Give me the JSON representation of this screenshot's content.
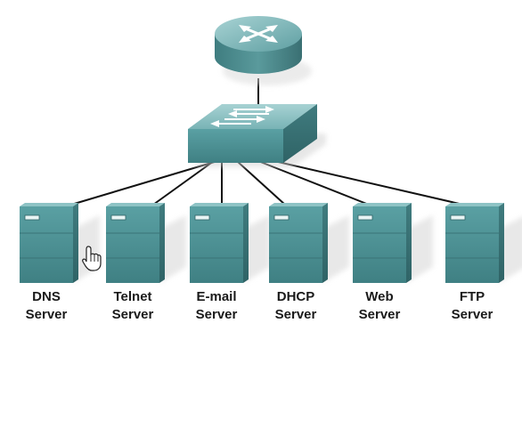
{
  "diagram": {
    "router": {
      "icon": "router-icon"
    },
    "switch": {
      "icon": "switch-icon"
    },
    "servers": [
      {
        "line1": "DNS",
        "line2": "Server",
        "icon": "server-icon"
      },
      {
        "line1": "Telnet",
        "line2": "Server",
        "icon": "server-icon"
      },
      {
        "line1": "E-mail",
        "line2": "Server",
        "icon": "server-icon"
      },
      {
        "line1": "DHCP",
        "line2": "Server",
        "icon": "server-icon"
      },
      {
        "line1": "Web",
        "line2": "Server",
        "icon": "server-icon"
      },
      {
        "line1": "FTP",
        "line2": "Server",
        "icon": "server-icon"
      }
    ],
    "cursor": {
      "icon": "hand-cursor-icon"
    }
  },
  "colors": {
    "device_front": "#4f9396",
    "device_side": "#3a7376",
    "device_top": "#7fbbbd",
    "link": "#111111"
  }
}
